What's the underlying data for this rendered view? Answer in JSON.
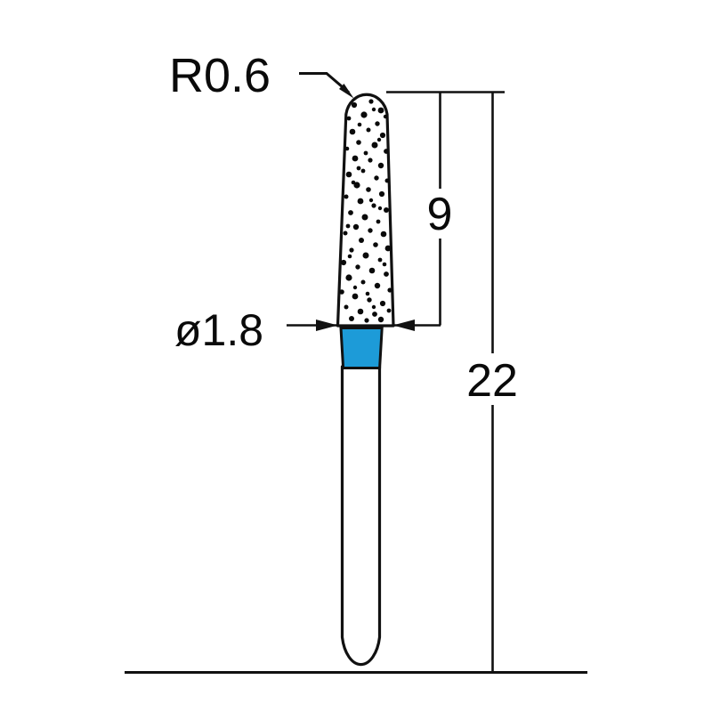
{
  "drawing": {
    "title": "Dental Diamond Bur Dimensional Drawing",
    "units": "mm",
    "background_color": "#ffffff",
    "line_color": "#111111",
    "grit_color": "#0a0a0a",
    "band_color": "#1d9bd8",
    "labels": {
      "tip_radius": "R0.6",
      "head_diameter": "ø1.8",
      "head_length": "9",
      "total_length": "22"
    },
    "annotations": [
      {
        "name": "tip-radius",
        "text": "R0.6",
        "kind": "leader",
        "describes": "rounded tip radius"
      },
      {
        "name": "head-diameter",
        "text": "ø1.8",
        "kind": "linear-dimension",
        "describes": "maximum head diameter"
      },
      {
        "name": "head-length",
        "text": "9",
        "kind": "linear-dimension",
        "describes": "working head length"
      },
      {
        "name": "total-length",
        "text": "22",
        "kind": "linear-dimension",
        "describes": "overall bur length"
      }
    ],
    "part": {
      "type": "tapered round-end diamond bur",
      "head_fill": "speckled diamond grit",
      "shank_fill": "white",
      "band_fill": "blue"
    }
  }
}
